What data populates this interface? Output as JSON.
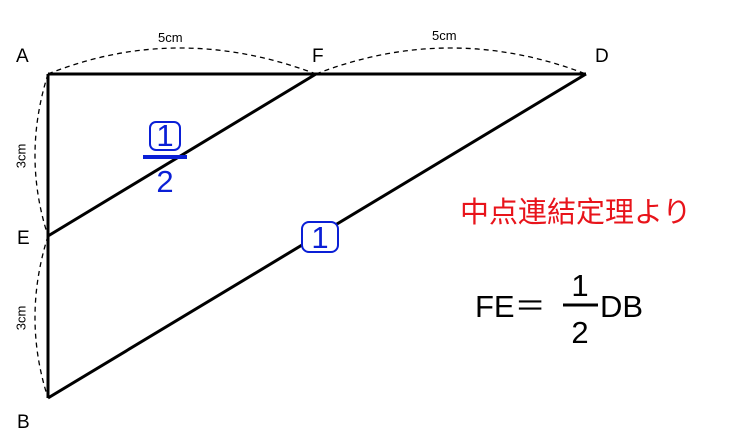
{
  "vertices": {
    "A": "A",
    "F": "F",
    "D": "D",
    "E": "E",
    "B": "B"
  },
  "dimensions": {
    "af": "5cm",
    "fd": "5cm",
    "ae": "3cm",
    "eb": "3cm"
  },
  "ratio_labels": {
    "fe_num": "1",
    "fe_den": "2",
    "db": "1"
  },
  "title": "中点連結定理より",
  "formula": {
    "lhs": "FE＝",
    "num": "1",
    "den": "2",
    "rhs": "DB"
  },
  "colors": {
    "line": "#000000",
    "ratio": "#0a1fd6",
    "title": "#e8141b"
  }
}
